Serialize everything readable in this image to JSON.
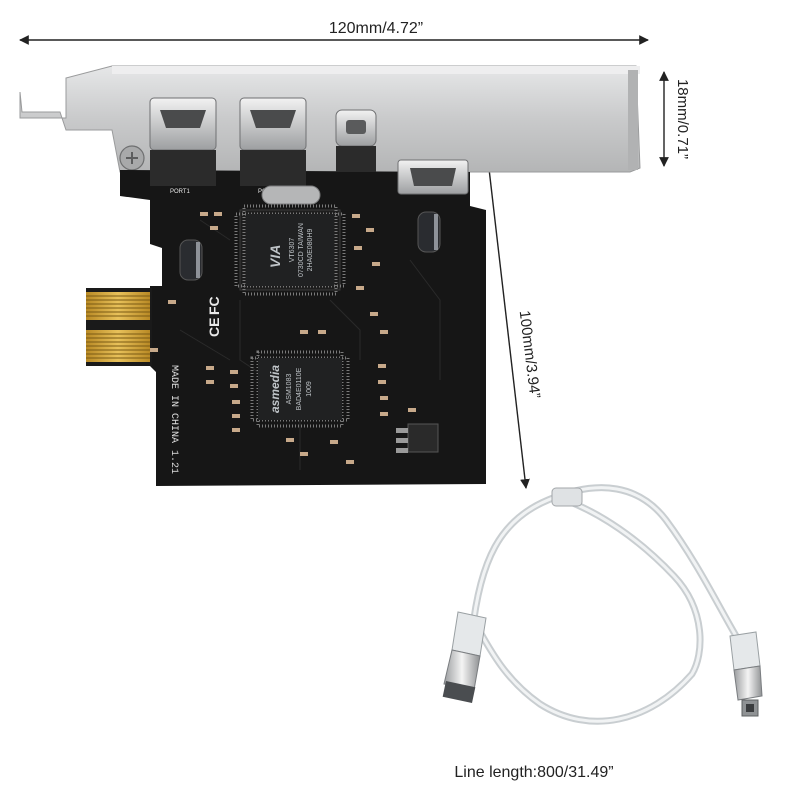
{
  "dimensions": {
    "width_label": "120mm/4.72”",
    "height_label": "100mm/3.94”",
    "bracket_label": "18mm/0.71”",
    "cable_length_label": "Line length:800/31.49”"
  },
  "board": {
    "port1_label": "PORT1",
    "port2_label": "PORT2",
    "fcc_mark": "FC",
    "ce_mark": "CE",
    "made_in": "MADE IN CHINA",
    "version_mark": "1.21"
  },
  "via_chip": {
    "brand": "VIA",
    "line1": "VT6307",
    "line2": "0730CD TAIWAN",
    "line3": "2HA0E080H9"
  },
  "asmedia_chip": {
    "brand": "asmedia",
    "line1": "ASM1083",
    "line2": "BAD4E0110E",
    "line3": "1009"
  },
  "colors": {
    "pcb": "#161616",
    "bracket": "#cfd0d1",
    "gold_contacts": "#d8a93b",
    "cable": "#e4e8ea"
  }
}
